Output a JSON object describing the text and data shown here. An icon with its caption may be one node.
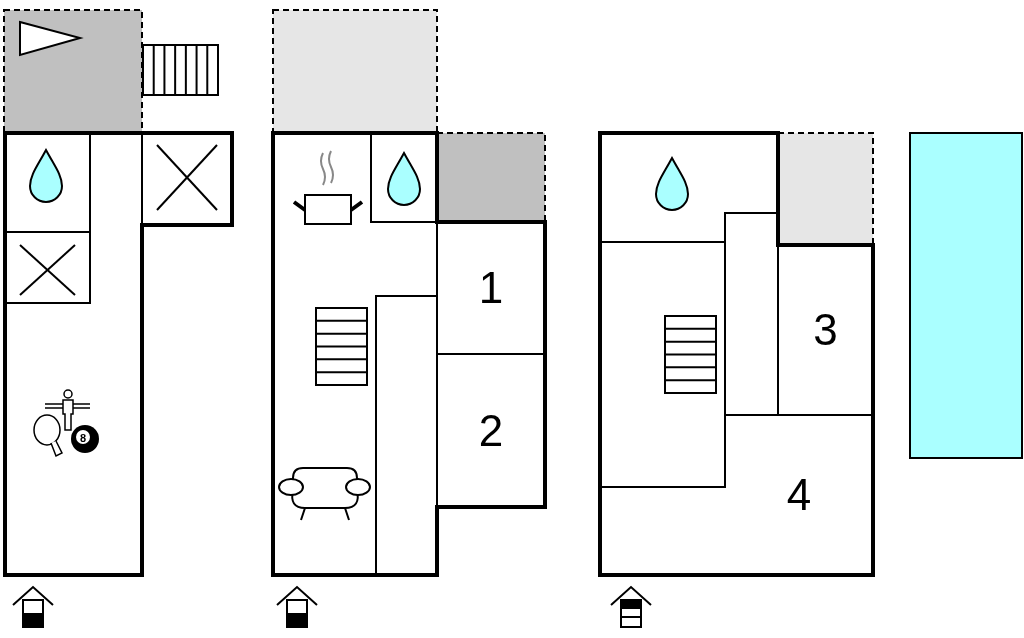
{
  "diagram": {
    "nodes": [
      {
        "text": [
          "1"
        ]
      },
      {
        "text": [
          "2"
        ]
      },
      {
        "text": [
          "3"
        ]
      },
      {
        "text": [
          "4"
        ]
      }
    ],
    "labels": [
      "8"
    ]
  }
}
